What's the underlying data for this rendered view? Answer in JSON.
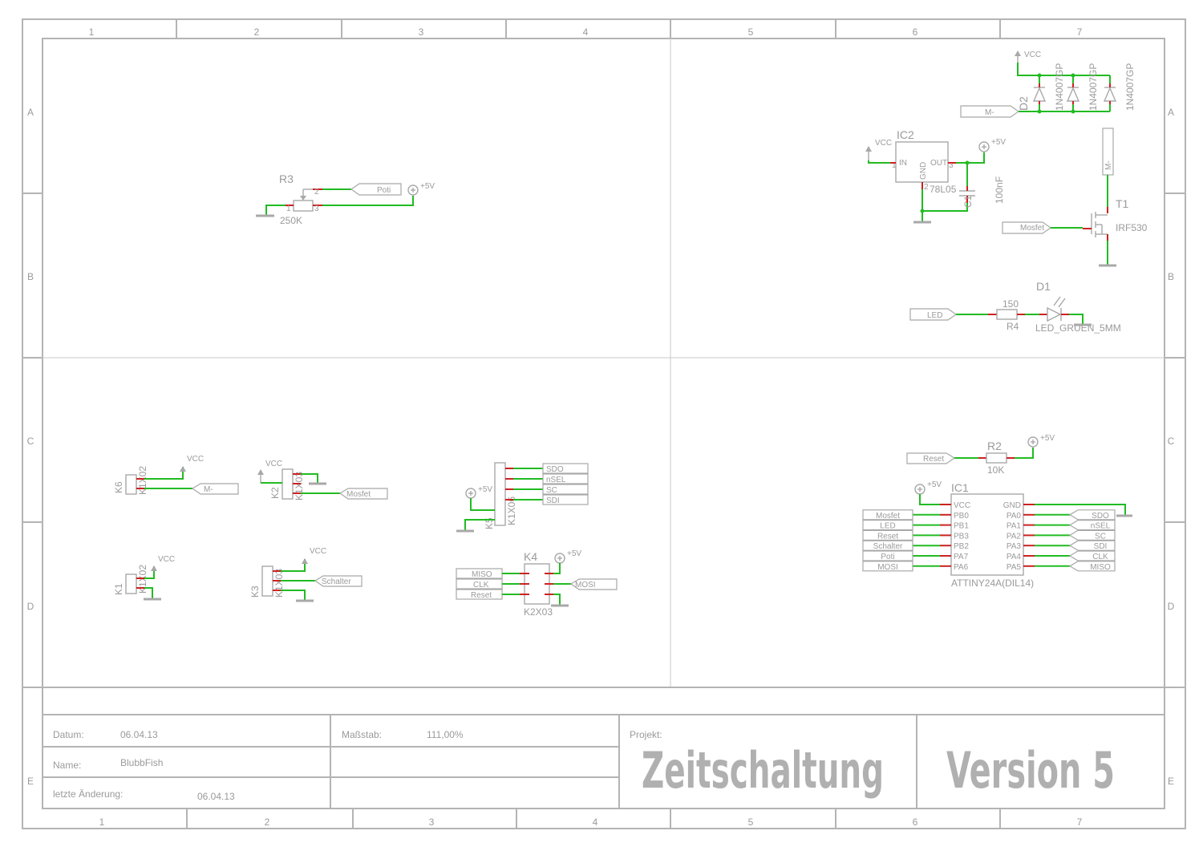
{
  "frame": {
    "columns_top": [
      "1",
      "2",
      "3",
      "4",
      "5",
      "6",
      "7"
    ],
    "columns_bottom": [
      "1",
      "2",
      "3",
      "4",
      "5",
      "6",
      "7"
    ],
    "rows": [
      "A",
      "B",
      "C",
      "D",
      "E"
    ]
  },
  "components": {
    "r3": {
      "name": "R3",
      "value": "250K",
      "label": "Poti",
      "supply": "+5V",
      "pin1": "1",
      "pin2": "2",
      "pin3": "3"
    },
    "diodes": {
      "supply": "VCC",
      "ref": "D2",
      "parts": [
        "1N4007GP",
        "1N4007GP",
        "1N4007GP"
      ],
      "label": "M-"
    },
    "ic2": {
      "name": "IC2",
      "value": "78L05",
      "pin_in": "IN",
      "pin_out": "OUT",
      "pin_gnd": "GND",
      "supply_in": "VCC",
      "supply_out": "+5V",
      "n1": "1",
      "n2": "2",
      "n3": "3"
    },
    "c1": {
      "name": "C1",
      "value": "100nF"
    },
    "t1": {
      "name": "T1",
      "value": "IRF530",
      "label": "Mosfet",
      "top_label": "M-"
    },
    "d1": {
      "name": "D1",
      "value": "LED_GRUEN_5MM",
      "r_name": "R4",
      "r_value": "150",
      "label": "LED"
    },
    "k6": {
      "name": "K6",
      "value": "K1X02",
      "supply": "VCC",
      "label": "M-"
    },
    "k2": {
      "name": "K2",
      "value": "K1X03",
      "supply": "VCC",
      "label": "Mosfet"
    },
    "k5": {
      "name": "K5",
      "value": "K1X06",
      "supply": "+5V",
      "labels": [
        "SDO",
        "nSEL",
        "SC",
        "SDI"
      ]
    },
    "k1": {
      "name": "K1",
      "value": "K1X02",
      "supply": "VCC"
    },
    "k3": {
      "name": "K3",
      "value": "K1X03",
      "supply": "VCC",
      "label": "Schalter"
    },
    "k4": {
      "name": "K4",
      "value": "K2X03",
      "supply": "+5V",
      "left_labels": [
        "MISO",
        "CLK",
        "Reset"
      ],
      "right_label": "MOSI"
    },
    "r2": {
      "name": "R2",
      "value": "10K",
      "supply": "+5V",
      "label": "Reset"
    },
    "ic1": {
      "name": "IC1",
      "value": "ATTINY24A(DIL14)",
      "supply": "+5V",
      "left_pins": [
        "VCC",
        "PB0",
        "PB1",
        "PB3",
        "PB2",
        "PA7",
        "PA6"
      ],
      "left_labels": [
        "Mosfet",
        "LED",
        "Reset",
        "Schalter",
        "Poti",
        "MOSI"
      ],
      "right_pins": [
        "GND",
        "PA0",
        "PA1",
        "PA2",
        "PA3",
        "PA4",
        "PA5"
      ],
      "right_labels": [
        "SDO",
        "nSEL",
        "SC",
        "SDI",
        "CLK",
        "MISO"
      ]
    }
  },
  "title_block": {
    "date_label": "Datum:",
    "date": "06.04.13",
    "name_label": "Name:",
    "name": "BlubbFish",
    "changed_label": "letzte Änderung:",
    "changed": "06.04.13",
    "scale_label": "Maßstab:",
    "scale": "111,00%",
    "project_label": "Projekt:",
    "project": "Zeitschaltung",
    "version": "Version 5"
  }
}
